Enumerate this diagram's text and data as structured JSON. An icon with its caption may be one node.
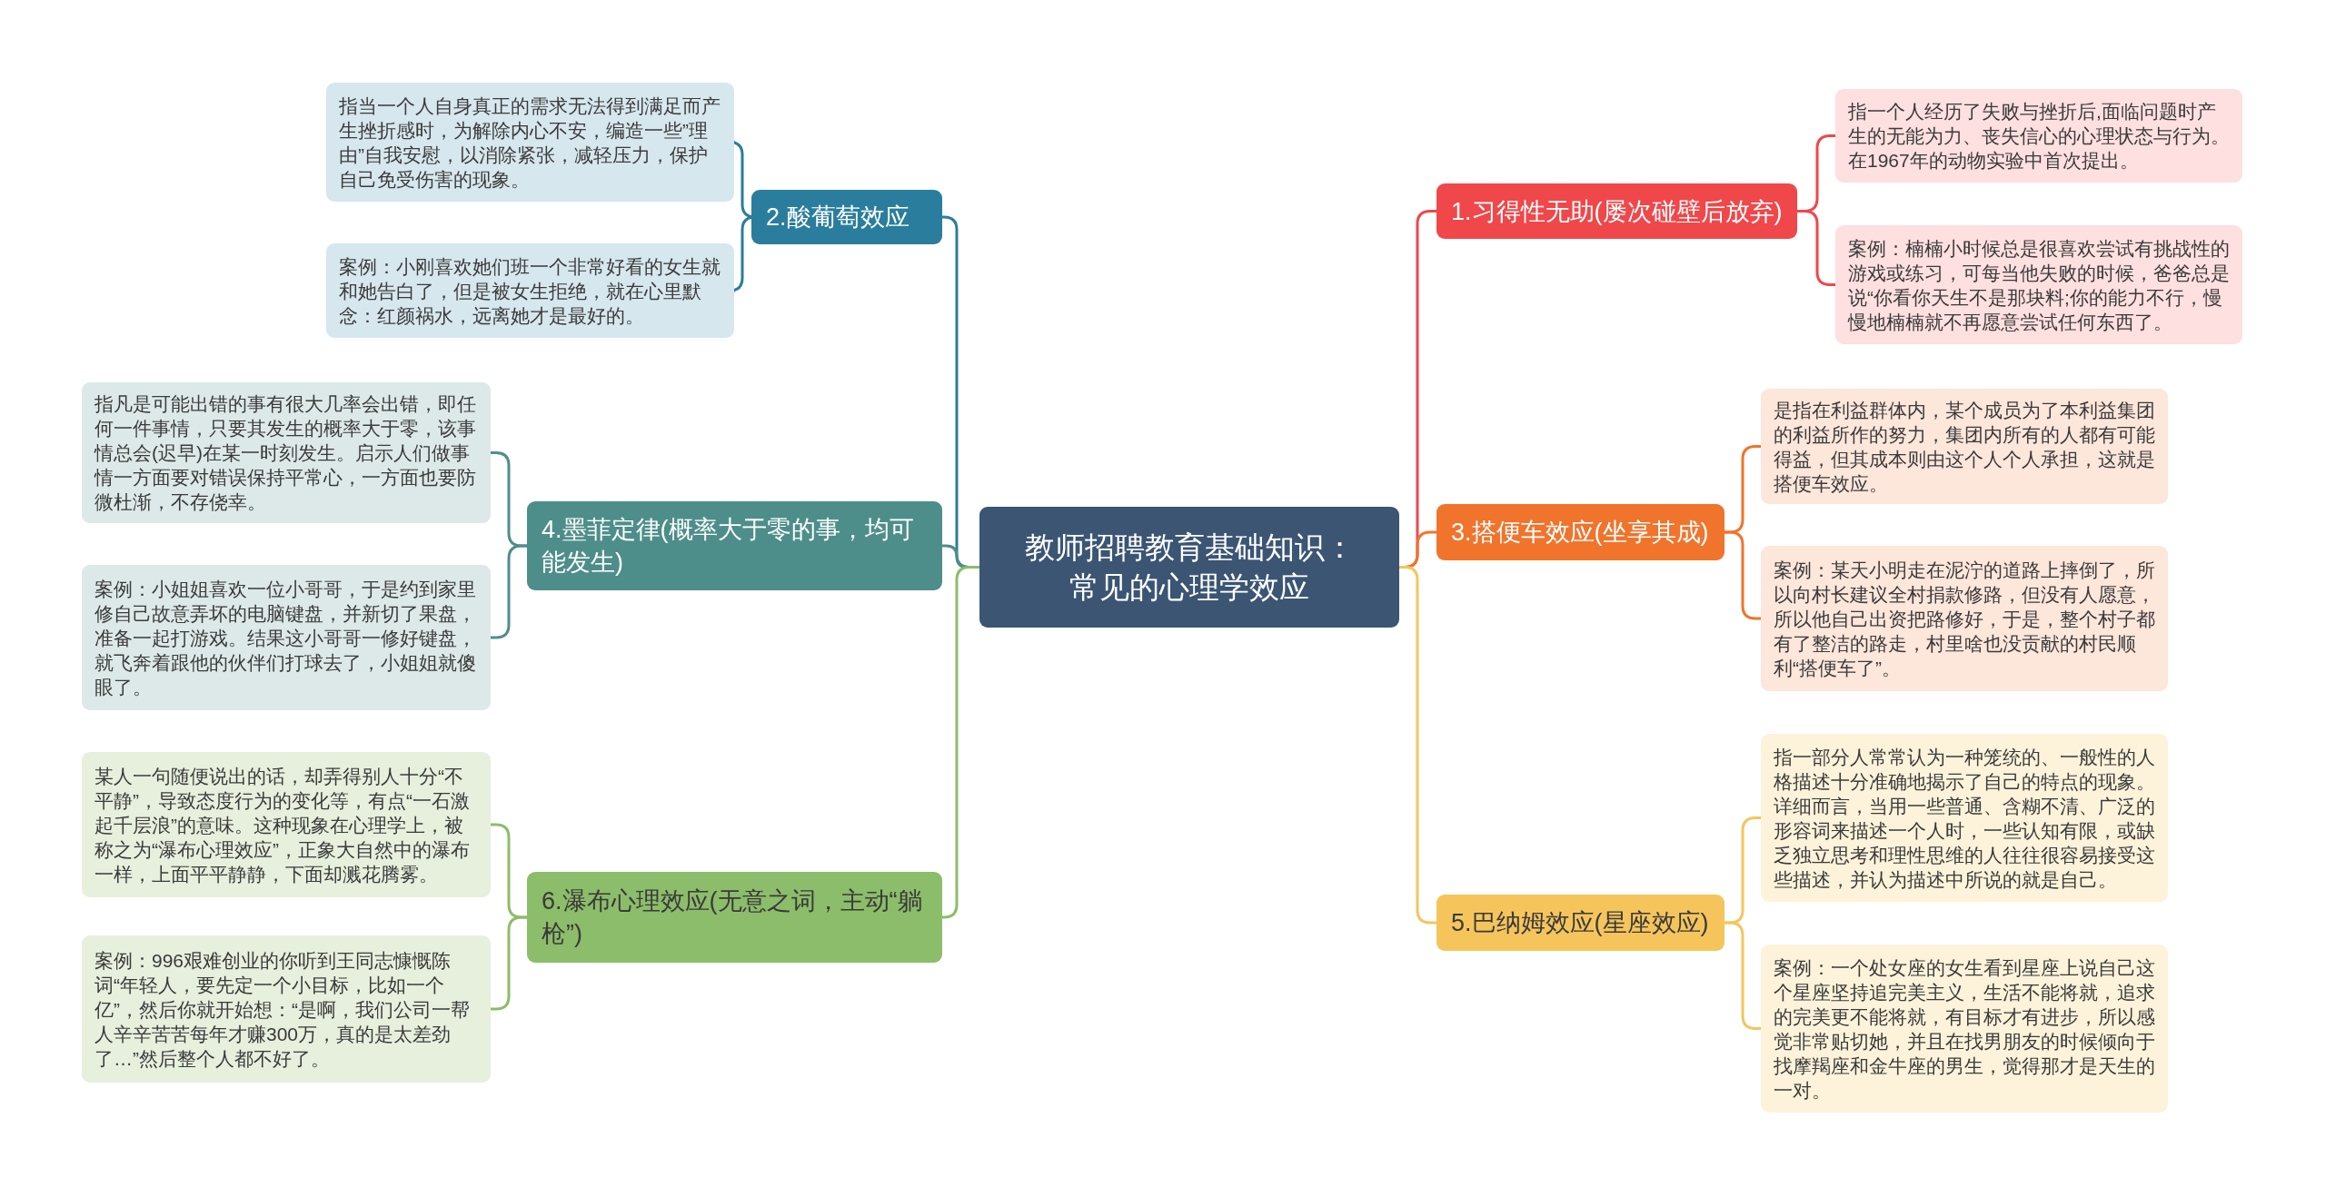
{
  "diagram": {
    "nodes": [
      {
        "text": [
          "教师招聘教育基础知识：常见的心理学效应"
        ]
      },
      {
        "text": [
          "1.习得性无助(屡次碰壁后放弃)"
        ]
      },
      {
        "text": [
          "指一个人经历了失败与挫折后,面临问题时产生的无能为力、丧失信心的心理状态与行为。在1967年的动物实验中首次提出。"
        ]
      },
      {
        "text": [
          "案例：楠楠小时候总是很喜欢尝试有挑战性的游戏或练习，可每当他失败的时候，爸爸总是说“你看你天生不是那块料;你的能力不行，慢慢地楠楠就不再愿意尝试任何东西了。"
        ]
      },
      {
        "text": [
          "2.酸葡萄效应"
        ]
      },
      {
        "text": [
          "指当一个人自身真正的需求无法得到满足而产生挫折感时，为解除内心不安，编造一些”理由”自我安慰，以消除紧张，减轻压力，保护自己免受伤害的现象。"
        ]
      },
      {
        "text": [
          "案例：小刚喜欢她们班一个非常好看的女生就和她告白了，但是被女生拒绝，就在心里默念：红颜祸水，远离她才是最好的。"
        ]
      },
      {
        "text": [
          "3.搭便车效应(坐享其成)"
        ]
      },
      {
        "text": [
          "是指在利益群体内，某个成员为了本利益集团的利益所作的努力，集团内所有的人都有可能得益，但其成本则由这个人个人承担，这就是搭便车效应。"
        ]
      },
      {
        "text": [
          "案例：某天小明走在泥泞的道路上摔倒了，所以向村长建议全村捐款修路，但没有人愿意，所以他自己出资把路修好，于是，整个村子都有了整洁的路走，村里啥也没贡献的村民顺利“搭便车了”。"
        ]
      },
      {
        "text": [
          "4.墨菲定律(概率大于零的事，均可能发生)"
        ]
      },
      {
        "text": [
          "指凡是可能出错的事有很大几率会出错，即任何一件事情，只要其发生的概率大于零，该事情总会(迟早)在某一时刻发生。启示人们做事情一方面要对错误保持平常心，一方面也要防微杜渐，不存侥幸。"
        ]
      },
      {
        "text": [
          "案例：小姐姐喜欢一位小哥哥，于是约到家里修自己故意弄坏的电脑键盘，并新切了果盘，准备一起打游戏。结果这小哥哥一修好键盘，就飞奔着跟他的伙伴们打球去了，小姐姐就傻眼了。"
        ]
      },
      {
        "text": [
          "5.巴纳姆效应(星座效应)"
        ]
      },
      {
        "text": [
          "指一部分人常常认为一种笼统的、一般性的人格描述十分准确地揭示了自己的特点的现象。详细而言，当用一些普通、含糊不清、广泛的形容词来描述一个人时，一些认知有限，或缺乏独立思考和理性思维的人往往很容易接受这些描述，并认为描述中所说的就是自己。"
        ]
      },
      {
        "text": [
          "案例：一个处女座的女生看到星座上说自己这个星座坚持追完美主义，生活不能将就，追求的完美更不能将就，有目标才有进步，所以感觉非常贴切她，并且在找男朋友的时候倾向于找摩羯座和金牛座的男生，觉得那才是天生的一对。"
        ]
      },
      {
        "text": [
          "6.瀑布心理效应(无意之词，主动“躺枪”)"
        ]
      },
      {
        "text": [
          "某人一句随便说出的话，却弄得别人十分“不平静”，导致态度行为的变化等，有点“一石激起千层浪”的意味。这种现象在心理学上，被称之为“瀑布心理效应”，正象大自然中的瀑布一样，上面平平静静，下面却溅花腾雾。"
        ]
      },
      {
        "text": [
          "案例：996艰难创业的你听到王同志慷慨陈词“年轻人，要先定一个小目标，比如一个亿”，然后你就开始想：“是啊，我们公司一帮人辛辛苦苦每年才赚300万，真的是太差劲了…”然后整个人都不好了。"
        ]
      }
    ],
    "edges": [
      {
        "from": 0,
        "to": 1,
        "arrow": "none",
        "color": "#f0474a"
      },
      {
        "from": 1,
        "to": 2,
        "arrow": "none",
        "color": "#f0474a"
      },
      {
        "from": 1,
        "to": 3,
        "arrow": "none",
        "color": "#f0474a"
      },
      {
        "from": 0,
        "to": 4,
        "arrow": "none",
        "color": "#2a7d9c"
      },
      {
        "from": 4,
        "to": 5,
        "arrow": "none",
        "color": "#2a7d9c"
      },
      {
        "from": 4,
        "to": 6,
        "arrow": "none",
        "color": "#2a7d9c"
      },
      {
        "from": 0,
        "to": 7,
        "arrow": "none",
        "color": "#f0742c"
      },
      {
        "from": 7,
        "to": 8,
        "arrow": "none",
        "color": "#f0742c"
      },
      {
        "from": 7,
        "to": 9,
        "arrow": "none",
        "color": "#f0742c"
      },
      {
        "from": 0,
        "to": 10,
        "arrow": "none",
        "color": "#4e8e8a"
      },
      {
        "from": 10,
        "to": 11,
        "arrow": "none",
        "color": "#4e8e8a"
      },
      {
        "from": 10,
        "to": 12,
        "arrow": "none",
        "color": "#4e8e8a"
      },
      {
        "from": 0,
        "to": 13,
        "arrow": "none",
        "color": "#f5c55c"
      },
      {
        "from": 13,
        "to": 14,
        "arrow": "none",
        "color": "#f5c55c"
      },
      {
        "from": 13,
        "to": 15,
        "arrow": "none",
        "color": "#f5c55c"
      },
      {
        "from": 0,
        "to": 16,
        "arrow": "none",
        "color": "#8cbd6a"
      },
      {
        "from": 16,
        "to": 17,
        "arrow": "none",
        "color": "#8cbd6a"
      },
      {
        "from": 16,
        "to": 18,
        "arrow": "none",
        "color": "#8cbd6a"
      }
    ]
  }
}
